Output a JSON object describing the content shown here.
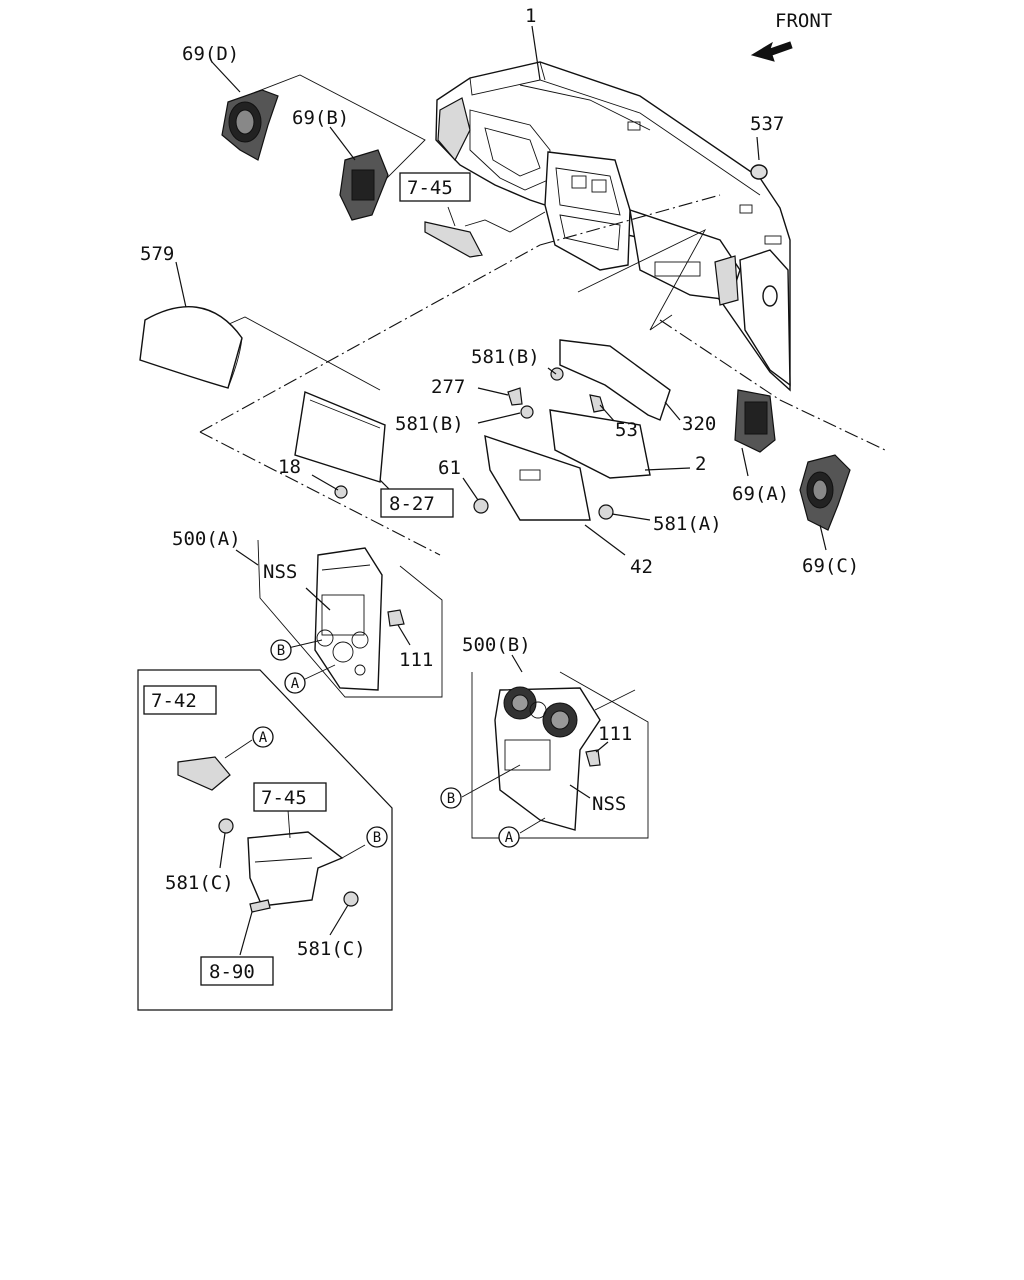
{
  "front_label": "FRONT",
  "callouts": {
    "p1": "1",
    "p69d": "69(D)",
    "p69b": "69(B)",
    "p537": "537",
    "ref745top": "7-45",
    "p579": "579",
    "p581b1": "581(B)",
    "p277": "277",
    "p581b2": "581(B)",
    "p53": "53",
    "p320": "320",
    "p18": "18",
    "ref827": "8-27",
    "p61": "61",
    "p2": "2",
    "p581a": "581(A)",
    "p69a": "69(A)",
    "p69c": "69(C)",
    "p42": "42",
    "p500a": "500(A)",
    "nss1": "NSS",
    "p111a": "111",
    "p500b": "500(B)",
    "p111b": "111",
    "nss2": "NSS",
    "ref742": "7-42",
    "ref745b": "7-45",
    "p581c1": "581(C)",
    "p581c2": "581(C)",
    "ref890": "8-90"
  },
  "markers": {
    "a1": "A",
    "b1": "B",
    "a2": "A",
    "b2": "B",
    "a3": "A",
    "b3": "B"
  }
}
